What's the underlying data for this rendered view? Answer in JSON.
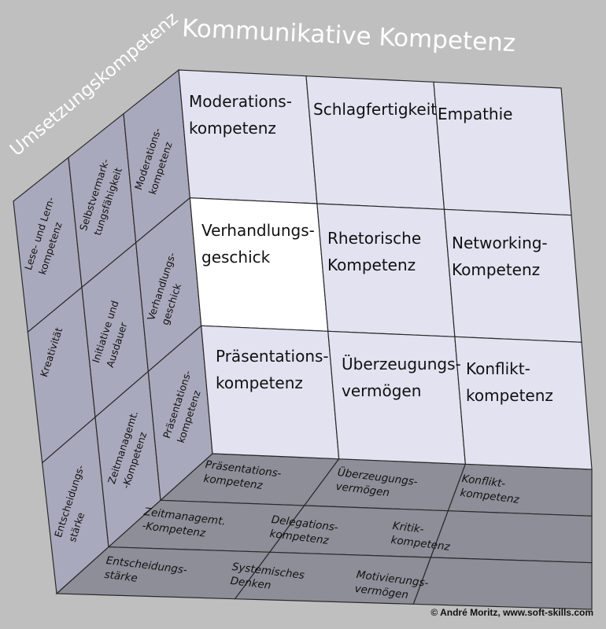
{
  "titles": {
    "top": "Kommunikative Kompetenz",
    "left": "Umsetzungskompetenz"
  },
  "front": [
    [
      "Moderations-",
      "kompetenz"
    ],
    [
      "Schlagfertigkeit"
    ],
    [
      "Empathie"
    ],
    [
      "Verhandlungs-",
      "geschick"
    ],
    [
      "Rhetorische",
      "Kompetenz"
    ],
    [
      "Networking-",
      "Kompetenz"
    ],
    [
      "Präsentations-",
      "kompetenz"
    ],
    [
      "Überzeugungs-",
      "vermögen"
    ],
    [
      "Konflikt-",
      "kompetenz"
    ]
  ],
  "left": [
    [
      "Lese- und Lern-",
      "kompetenz"
    ],
    [
      "Selbstvermark-",
      "tungsfähigkeit"
    ],
    [
      "Moderations-",
      "kompetenz"
    ],
    [
      "Kreativität"
    ],
    [
      "Initiative und",
      "Ausdauer"
    ],
    [
      "Verhandlungs-",
      "geschick"
    ],
    [
      "Entscheidungs-",
      "stärke"
    ],
    [
      "Zeitmanagemt.",
      "-Kompetenz"
    ],
    [
      "Präsentations-",
      "kompetenz"
    ]
  ],
  "bottom": [
    [
      "Präsentations-",
      "kompetenz"
    ],
    [
      "Überzeugungs-",
      "vermögen"
    ],
    [
      "Konflikt-",
      "kompetenz"
    ],
    [
      "Zeitmanagemt.",
      "-Kompetenz"
    ],
    [
      "Delegations-",
      "kompetenz"
    ],
    [
      "Kritik-",
      "kompetenz"
    ],
    [
      "Entscheidungs-",
      "stärke"
    ],
    [
      "Systemisches",
      "Denken"
    ],
    [
      "Motivierungs-",
      "vermögen"
    ]
  ],
  "highlighted_front_cell": "Verhandlungs- geschick",
  "colors": {
    "background": "#bfbfbf",
    "front_face": "#e2e2f1",
    "highlight": "#ffffff",
    "left_face": "#a9a9bd",
    "bottom_face": "#8e8e99",
    "outline": "#2a2a2a"
  },
  "copyright": "© André Moritz, www.soft-skills.com"
}
